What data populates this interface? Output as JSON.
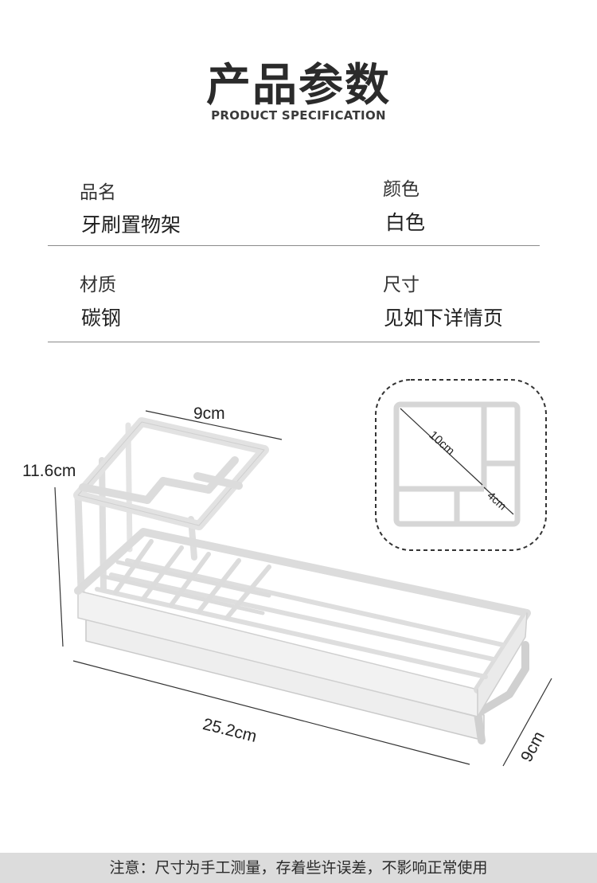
{
  "header": {
    "title": "产品参数",
    "subtitle": "PRODUCT SPECIFICATION"
  },
  "specs": [
    {
      "label": "品名",
      "value": "牙刷置物架"
    },
    {
      "label": "颜色",
      "value": "白色"
    },
    {
      "label": "材质",
      "value": "碳钢"
    },
    {
      "label": "尺寸",
      "value": "见如下详情页"
    }
  ],
  "dimensions": {
    "top_width": "9cm",
    "height": "11.6cm",
    "length": "25.2cm",
    "depth": "9cm",
    "inset_diagonal": "10cm",
    "inset_small": "4cm"
  },
  "footer": {
    "note": "注意：尺寸为手工测量，存着些许误差，不影响正常使用"
  }
}
